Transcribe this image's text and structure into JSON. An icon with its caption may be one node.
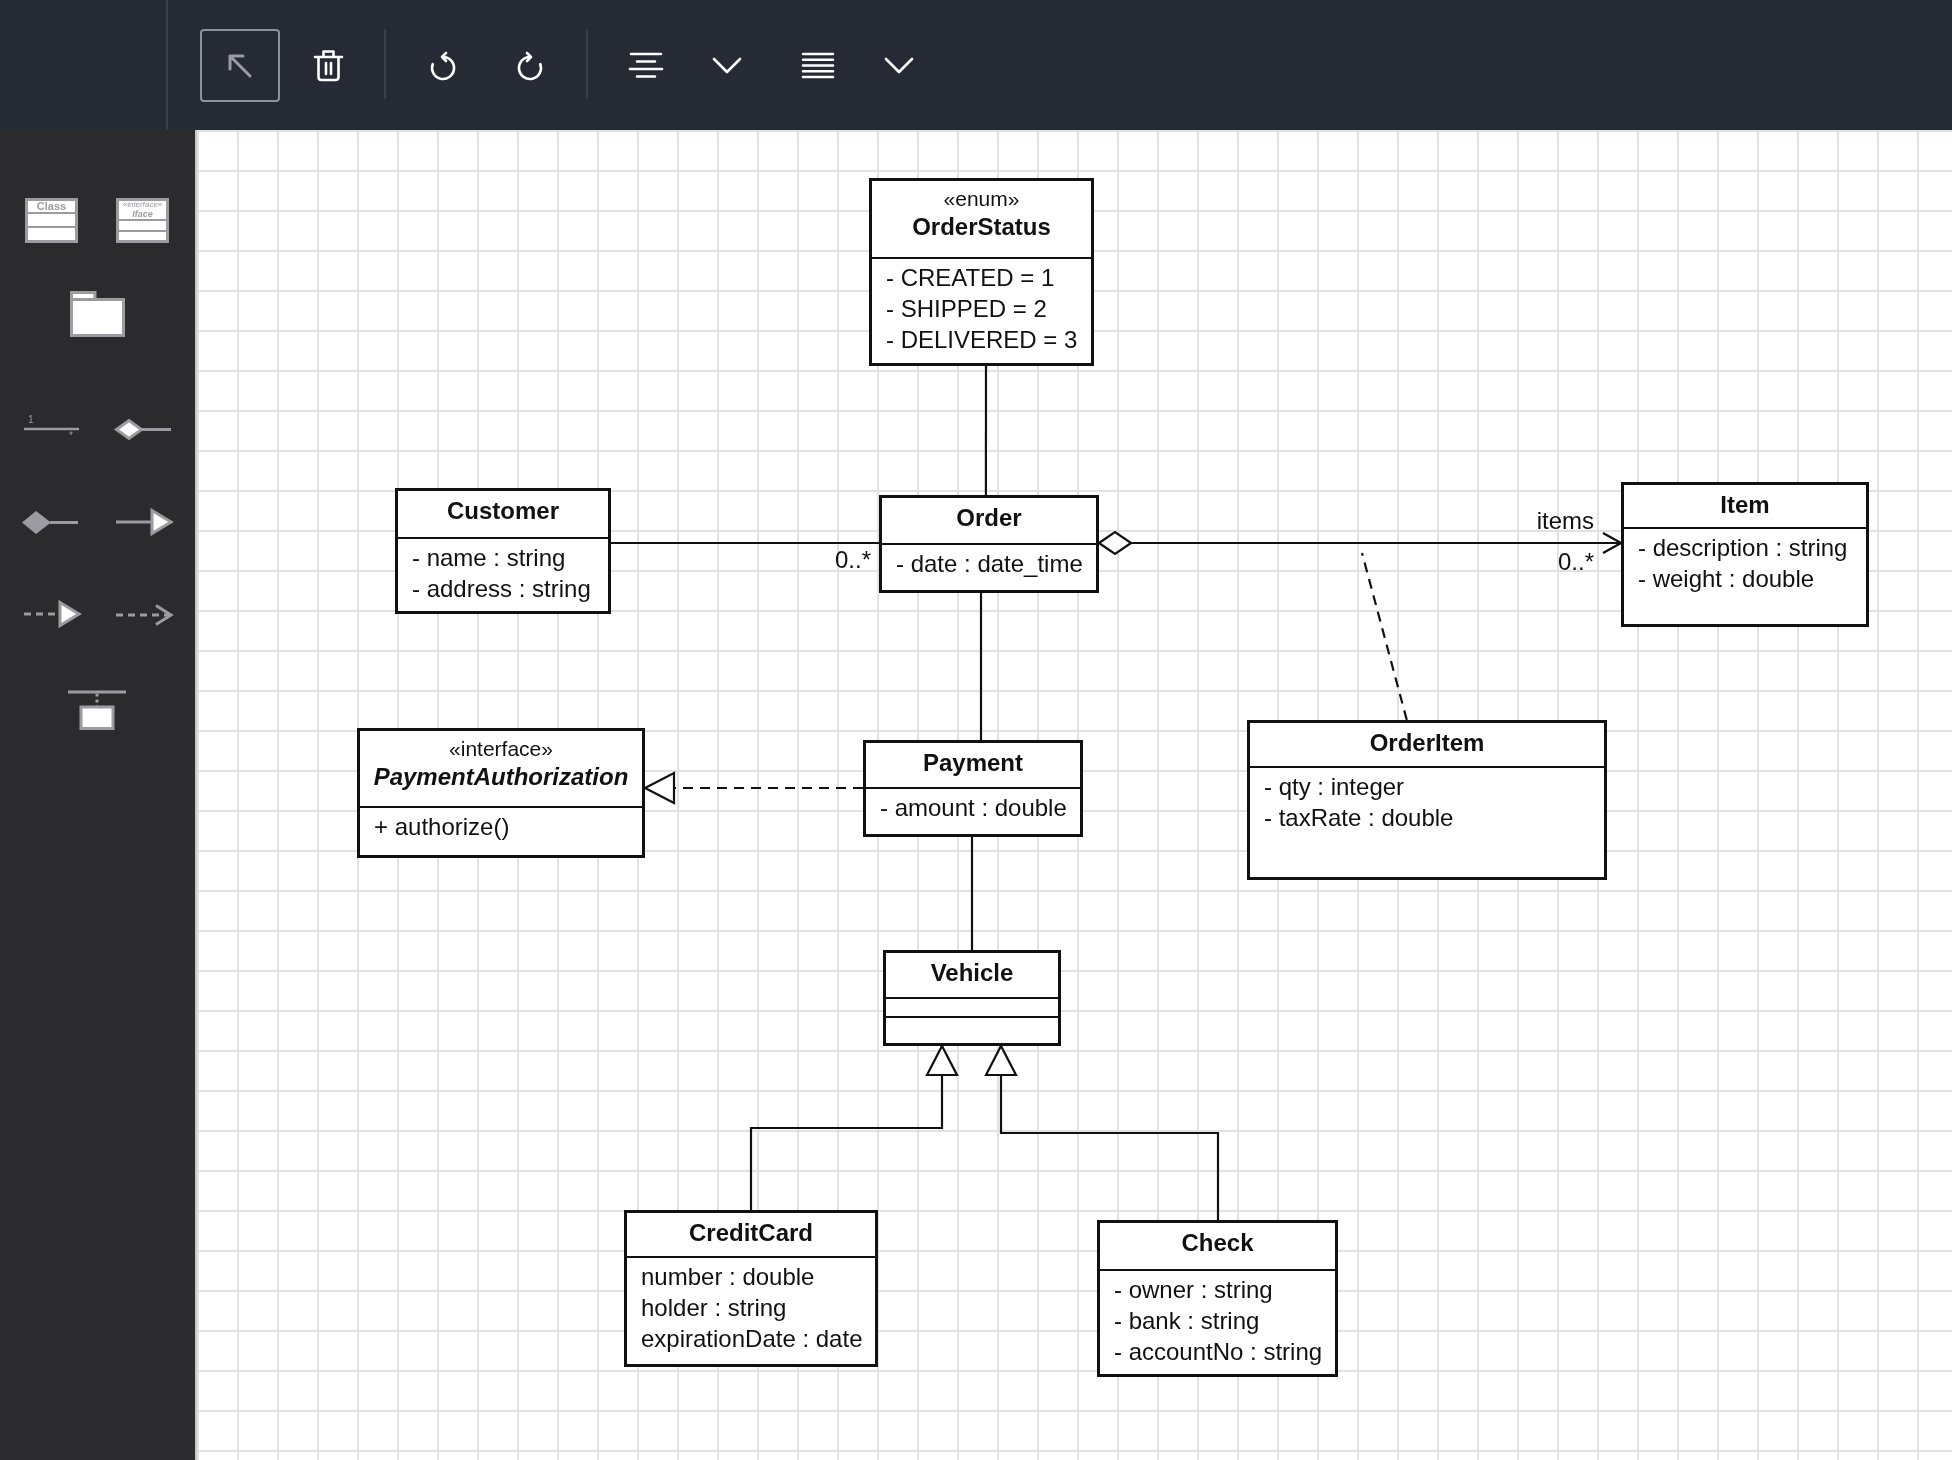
{
  "diagram": {
    "nodes": [
      {
        "text": [
          "«enum»",
          "OrderStatus",
          "- CREATED = 1",
          "- SHIPPED = 2",
          "- DELIVERED = 3"
        ]
      },
      {
        "text": [
          "Customer",
          "- name : string",
          "- address : string"
        ]
      },
      {
        "text": [
          "Order",
          "- date : date_time"
        ]
      },
      {
        "text": [
          "Item",
          "- description : string",
          "- weight : double"
        ]
      },
      {
        "text": [
          "«interface»",
          "PaymentAuthorization",
          "+ authorize()"
        ]
      },
      {
        "text": [
          "Payment",
          "- amount : double"
        ]
      },
      {
        "text": [
          "OrderItem",
          "- qty : integer",
          "- taxRate : double"
        ]
      },
      {
        "text": [
          "Vehicle"
        ]
      },
      {
        "text": [
          "CreditCard",
          "number : double",
          "holder : string",
          "expirationDate : date"
        ]
      },
      {
        "text": [
          "Check",
          "- owner : string",
          "- bank : string",
          "- accountNo : string"
        ]
      }
    ],
    "edges": [
      {
        "from": 0,
        "to": 2,
        "arrow": "none"
      },
      {
        "from": 1,
        "to": 2,
        "arrow": "none",
        "label": "0..*"
      },
      {
        "from": 2,
        "to": 3,
        "arrow": "to",
        "label": "items"
      },
      {
        "from": 2,
        "to": 5,
        "arrow": "none"
      },
      {
        "from": 5,
        "to": 4,
        "arrow": "to",
        "style": "dashed"
      },
      {
        "from": 5,
        "to": 7,
        "arrow": "none"
      },
      {
        "from": 8,
        "to": 7,
        "arrow": "to"
      },
      {
        "from": 9,
        "to": 7,
        "arrow": "to"
      },
      {
        "from": 6,
        "to": null,
        "arrow": "none",
        "style": "dashed"
      }
    ],
    "labels": [
      "Class",
      "«interface»",
      "Iface",
      "1",
      "*",
      "0..*"
    ]
  }
}
